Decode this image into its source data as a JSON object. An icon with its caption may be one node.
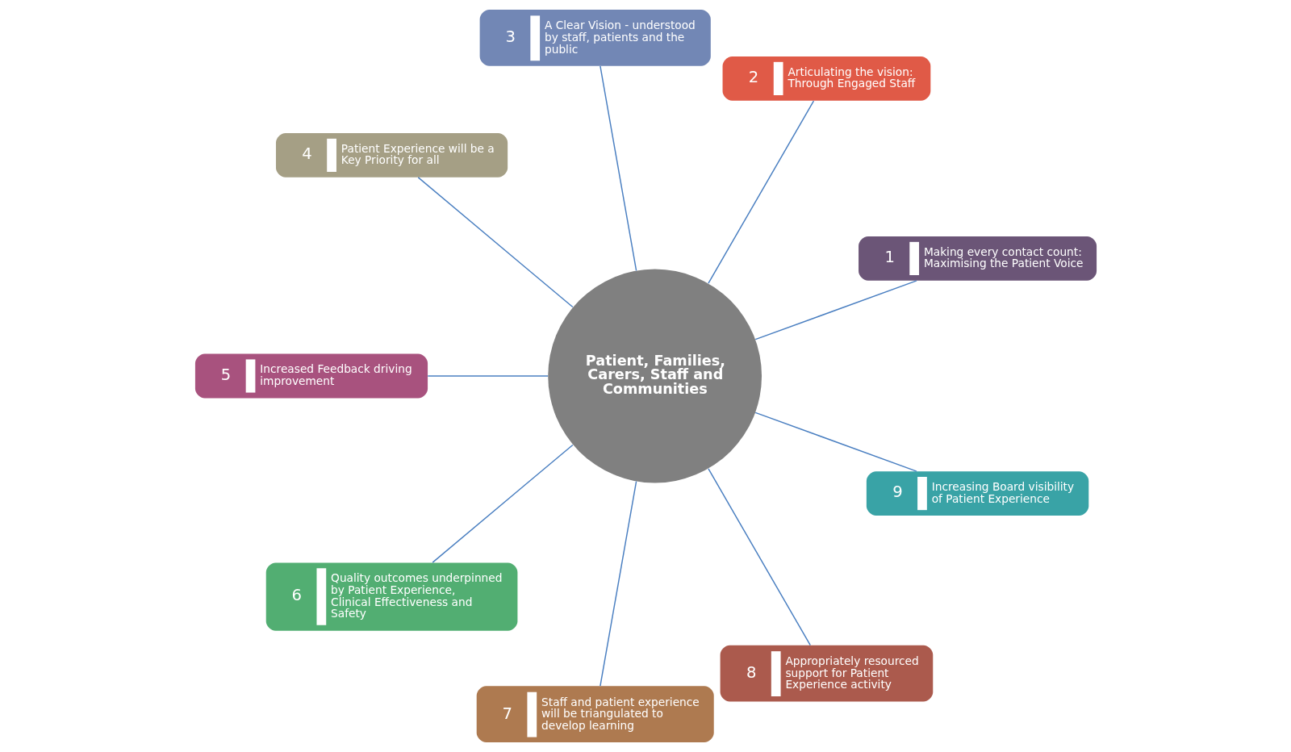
{
  "diagram": {
    "nodes": [
      {
        "text": [
          "Patient, Families, Carers, Staff and Communities"
        ]
      },
      {
        "text": [
          "1",
          "Making every contact count: Maximising the Patient Voice"
        ]
      },
      {
        "text": [
          "2",
          "Articulating the vision: Through Engaged Staff"
        ]
      },
      {
        "text": [
          "3",
          "A Clear Vision - understood by staff, patients and the public"
        ]
      },
      {
        "text": [
          "4",
          "Patient Experience will be a Key Priority for all"
        ]
      },
      {
        "text": [
          "5",
          "Increased Feedback driving improvement"
        ]
      },
      {
        "text": [
          "6",
          "Quality outcomes underpinned by Patient Experience, Clinical Effectiveness and Safety"
        ]
      },
      {
        "text": [
          "7",
          "Staff and patient experience will be triangulated to develop learning"
        ]
      },
      {
        "text": [
          "8",
          "Appropriately resourced support for Patient Experience activity"
        ]
      },
      {
        "text": [
          "9",
          "Increasing Board visibility of Patient Experience"
        ]
      }
    ],
    "edges": [
      {
        "from": 0,
        "to": 1,
        "arrow": "none"
      },
      {
        "from": 0,
        "to": 2,
        "arrow": "none"
      },
      {
        "from": 0,
        "to": 3,
        "arrow": "none"
      },
      {
        "from": 0,
        "to": 4,
        "arrow": "none"
      },
      {
        "from": 0,
        "to": 5,
        "arrow": "none"
      },
      {
        "from": 0,
        "to": 6,
        "arrow": "none"
      },
      {
        "from": 0,
        "to": 7,
        "arrow": "none"
      },
      {
        "from": 0,
        "to": 8,
        "arrow": "none"
      },
      {
        "from": 0,
        "to": 9,
        "arrow": "none"
      }
    ]
  }
}
